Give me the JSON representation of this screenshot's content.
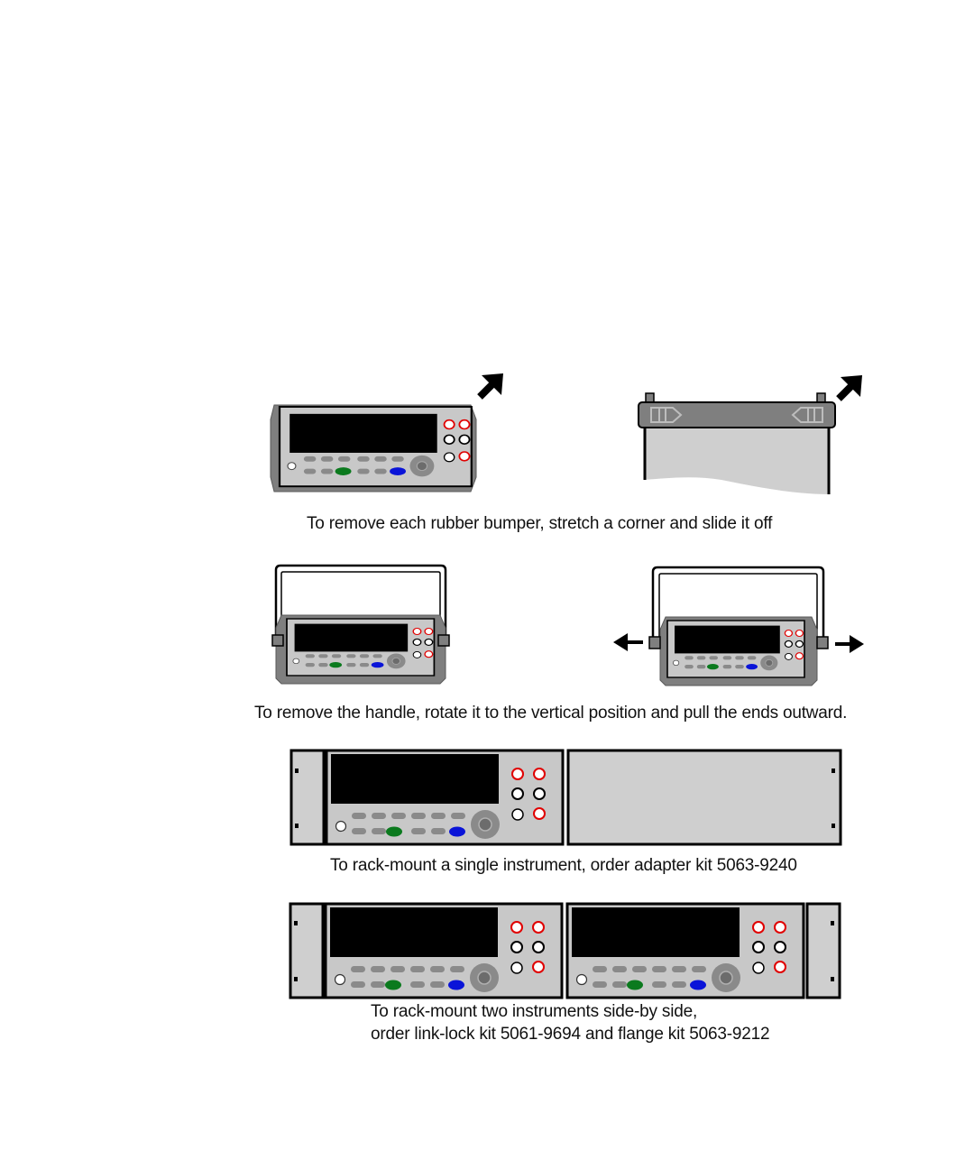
{
  "captions": {
    "bumper": "To remove each rubber bumper, stretch a corner and slide it off",
    "handle": "To remove the handle, rotate it to the vertical position and pull the ends outward.",
    "single_rack": "To rack-mount a single instrument, order adapter kit 5063-9240",
    "dual_rack_line1": "To rack-mount two instruments side-by side,",
    "dual_rack_line2": "order link-lock kit 5061-9694 and flange kit 5063-9212"
  },
  "colors": {
    "bumper": "#808080",
    "panel": "#c8c8c8",
    "display": "#000000",
    "key": "#8a8a8a",
    "key_green": "#0b7a1e",
    "key_blue": "#0a14d8",
    "terminal_red": "#e00000",
    "rack_panel": "#cfcfcf"
  },
  "icons": {
    "diagonal_arrow": "arrow-up-right-icon",
    "left_arrow": "arrow-left-icon",
    "right_arrow": "arrow-right-icon"
  }
}
